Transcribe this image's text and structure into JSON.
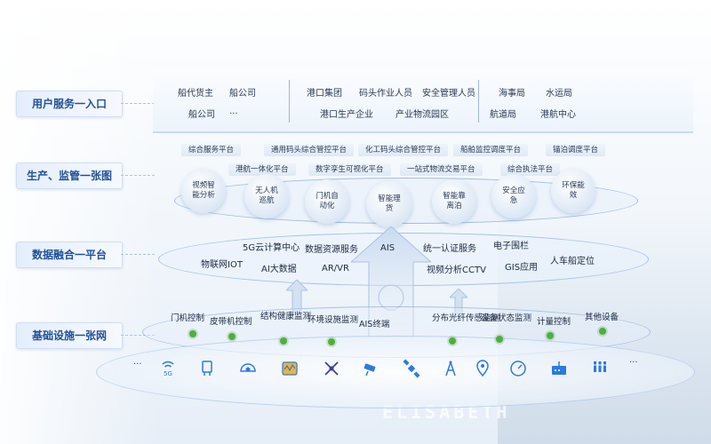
{
  "layers": {
    "user": "用户服务一入口",
    "production": "生产、监管一张图",
    "data": "数据融合一平台",
    "infra": "基础设施一张网"
  },
  "user_services": {
    "group1": [
      "船代货主",
      "船公司",
      "船公司",
      "..."
    ],
    "group2": [
      "港口集团",
      "码头作业人员",
      "安全管理人员",
      "港口生产企业",
      "产业物流园区"
    ],
    "group3": [
      "海事局",
      "水运局",
      "航道局",
      "港航中心"
    ]
  },
  "platform_tags": {
    "row1": [
      "综合服务平台",
      "通用码头综合管控平台",
      "化工码头综合管控平台",
      "船舶监控调度平台",
      "锚泊调度平台"
    ],
    "row2": [
      "港航一体化平台",
      "数字孪生可视化平台",
      "一站式物流交易平台",
      "综合执法平台"
    ]
  },
  "circles": [
    "视频智能分析",
    "无人机巡航",
    "门机自动化",
    "智能理货",
    "智能靠离泊",
    "安全应急",
    "环保能效"
  ],
  "data_items": [
    "5G云计算中心",
    "数据资源服务",
    "物联网IOT",
    "AI大数据",
    "AR/VR",
    "AIS",
    "统一认证服务",
    "电子围栏",
    "视频分析CCTV",
    "GIS应用",
    "人车船定位"
  ],
  "infra_items": [
    "门机控制",
    "皮带机控制",
    "结构健康监测",
    "环境设施监测",
    "AIS终端",
    "分布光纤传感监测",
    "设备状态监测",
    "计量控制",
    "其他设备"
  ],
  "device_icons": [
    "5g-icon",
    "sensor-icon",
    "camera-dome-icon",
    "meter-icon",
    "drone-icon",
    "cctv-icon",
    "satellite-icon",
    "tower-icon",
    "location-pin-icon",
    "gauge-icon",
    "router-icon",
    "radiator-icon"
  ],
  "device_labels": {
    "five_g": "5G",
    "ellipsis_left": "...",
    "ellipsis_right": "..."
  },
  "background": {
    "ship_name": "ELISABETH"
  },
  "colors": {
    "accent": "#1f4f9a",
    "green_dot": "#4fae3f",
    "icon_blue": "#2a7be0"
  }
}
